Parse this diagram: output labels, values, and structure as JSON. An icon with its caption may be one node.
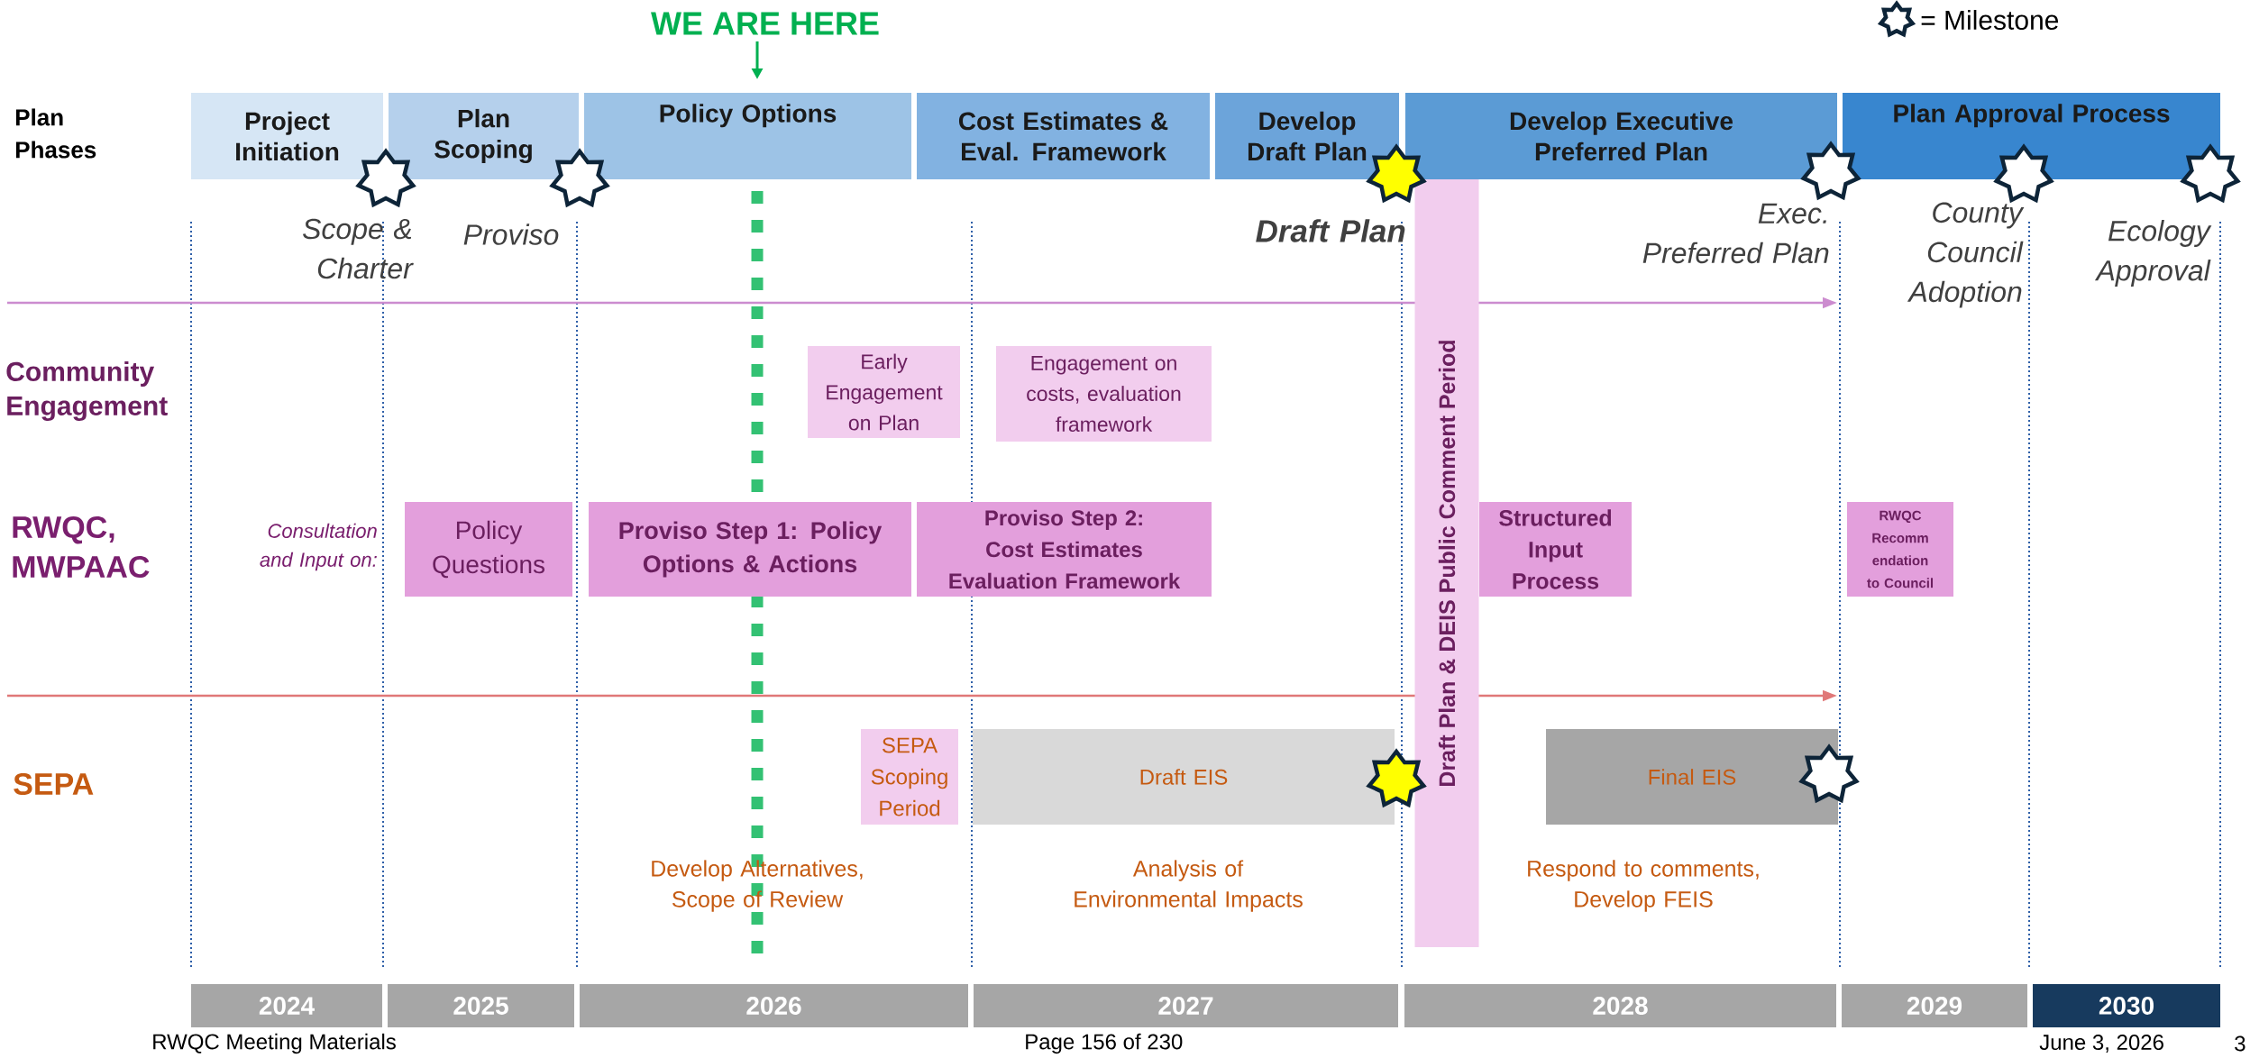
{
  "diagram": {
    "nodes": [
      {
        "text": [
          "Project Initiation"
        ]
      },
      {
        "text": [
          "Plan Scoping"
        ]
      },
      {
        "text": [
          "Policy Options"
        ]
      },
      {
        "text": [
          "Cost Estimates & Eval. Framework"
        ]
      },
      {
        "text": [
          "Develop Draft Plan"
        ]
      },
      {
        "text": [
          "Develop Executive Preferred Plan"
        ]
      },
      {
        "text": [
          "Plan Approval Process"
        ]
      },
      {
        "text": [
          "Early Engagement on Plan"
        ]
      },
      {
        "text": [
          "Engagement on costs, evaluation framework"
        ]
      },
      {
        "text": [
          "Policy Questions"
        ]
      },
      {
        "text": [
          "Proviso Step 1: Policy Options & Actions"
        ]
      },
      {
        "text": [
          "Proviso Step 2: Cost Estimates Evaluation Framework"
        ]
      },
      {
        "text": [
          "Draft Plan  &  DEIS Public Comment Period"
        ]
      },
      {
        "text": [
          "Structured Input Process"
        ]
      },
      {
        "text": [
          "RWQC Recomm endation to Council"
        ]
      },
      {
        "text": [
          "SEPA Scoping Period"
        ]
      },
      {
        "text": [
          "Draft EIS"
        ]
      },
      {
        "text": [
          "Final EIS"
        ]
      },
      {
        "text": [
          "2024"
        ]
      },
      {
        "text": [
          "2025"
        ]
      },
      {
        "text": [
          "2026"
        ]
      },
      {
        "text": [
          "2027"
        ]
      },
      {
        "text": [
          "2028"
        ]
      },
      {
        "text": [
          "2029"
        ]
      },
      {
        "text": [
          "2030"
        ]
      }
    ],
    "labels": [
      "WE ARE HERE",
      "Plan Phases",
      "Scope & Charter",
      "Proviso",
      "Draft Plan",
      "Exec. Preferred Plan",
      "County Council Adoption",
      "Ecology Approval",
      "Community Engagement",
      "RWQC, MWPAAC",
      "Consultation and Input on:",
      "SEPA",
      "Develop Alternatives, Scope of Review",
      "Analysis of Environmental Impacts",
      "Respond to comments, Develop FEIS",
      "RWQC Meeting Materials",
      "Page 156 of 230",
      "June 3, 2026",
      "3"
    ],
    "legend": [
      {
        "text": "= Milestone"
      }
    ]
  }
}
